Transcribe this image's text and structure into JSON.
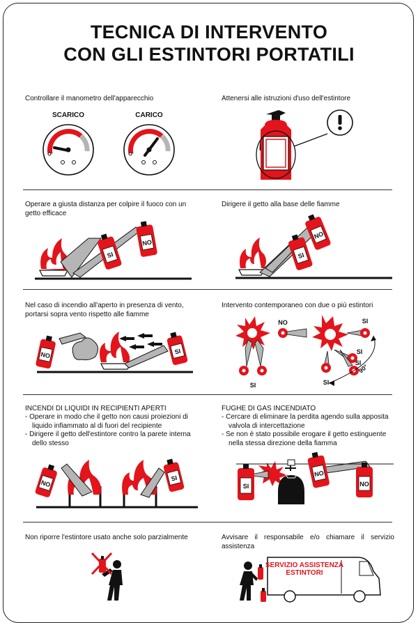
{
  "title": [
    "TECNICA DI INTERVENTO",
    "CON GLI ESTINTORI PORTATILI"
  ],
  "sections": {
    "manometro": {
      "caption": "Controllare il manometro dell'apparecchio",
      "gauge_empty": "SCARICO",
      "gauge_full": "CARICO"
    },
    "istruzioni": {
      "caption": "Attenersi alle istruzioni d'uso dell'estintore"
    },
    "distanza": {
      "caption": "Operare a giusta distanza per colpire il fuoco con un getto efficace",
      "label_yes": "SI",
      "label_no": "NO"
    },
    "base": {
      "caption": "Dirigere il getto alla base delle fiamme",
      "label_yes": "SI",
      "label_no": "NO"
    },
    "vento": {
      "caption": "Nel caso di incendio all'aperto in presenza di vento, portarsi sopra vento rispetto alle fiamme",
      "label_yes": "SI",
      "label_no": "NO"
    },
    "contemporaneo": {
      "caption": "Intervento contemporaneo con due o più estintori",
      "labels": [
        "NO",
        "SI",
        "SI",
        "SI",
        "SI",
        "SI"
      ],
      "angle": "90°"
    },
    "liquidi": {
      "heading": "INCENDI DI LIQUIDI IN RECIPIENTI APERTI",
      "bullets": [
        "- Operare in modo che il getto non causi proiezioni di liquido infiammato al di fuori del recipiente",
        "- Dirigere il getto dell'estintore contro la parete interna dello stesso"
      ],
      "label_yes": "SI",
      "label_no": "NO"
    },
    "gas": {
      "heading": "FUGHE DI GAS INCENDIATO",
      "bullets": [
        "- Cercare di eliminare la perdita agendo sulla apposita valvola di intercettazione",
        "- Se non è stato possibile erogare il getto estinguente nella stessa direzione della fiamma"
      ],
      "label_yes": "SI",
      "label_no": "NO"
    },
    "parziale": {
      "caption": "Non riporre l'estintore usato anche solo parzialmente"
    },
    "assistenza": {
      "caption": "Avvisare il responsabile e/o chiamare il servizio assistenza",
      "van_line1": "SERVIZIO ASSISTENZA",
      "van_line2": "ESTINTORI"
    }
  },
  "colors": {
    "red": "#e3141b",
    "grey": "#b5b5b5",
    "black": "#111111"
  }
}
